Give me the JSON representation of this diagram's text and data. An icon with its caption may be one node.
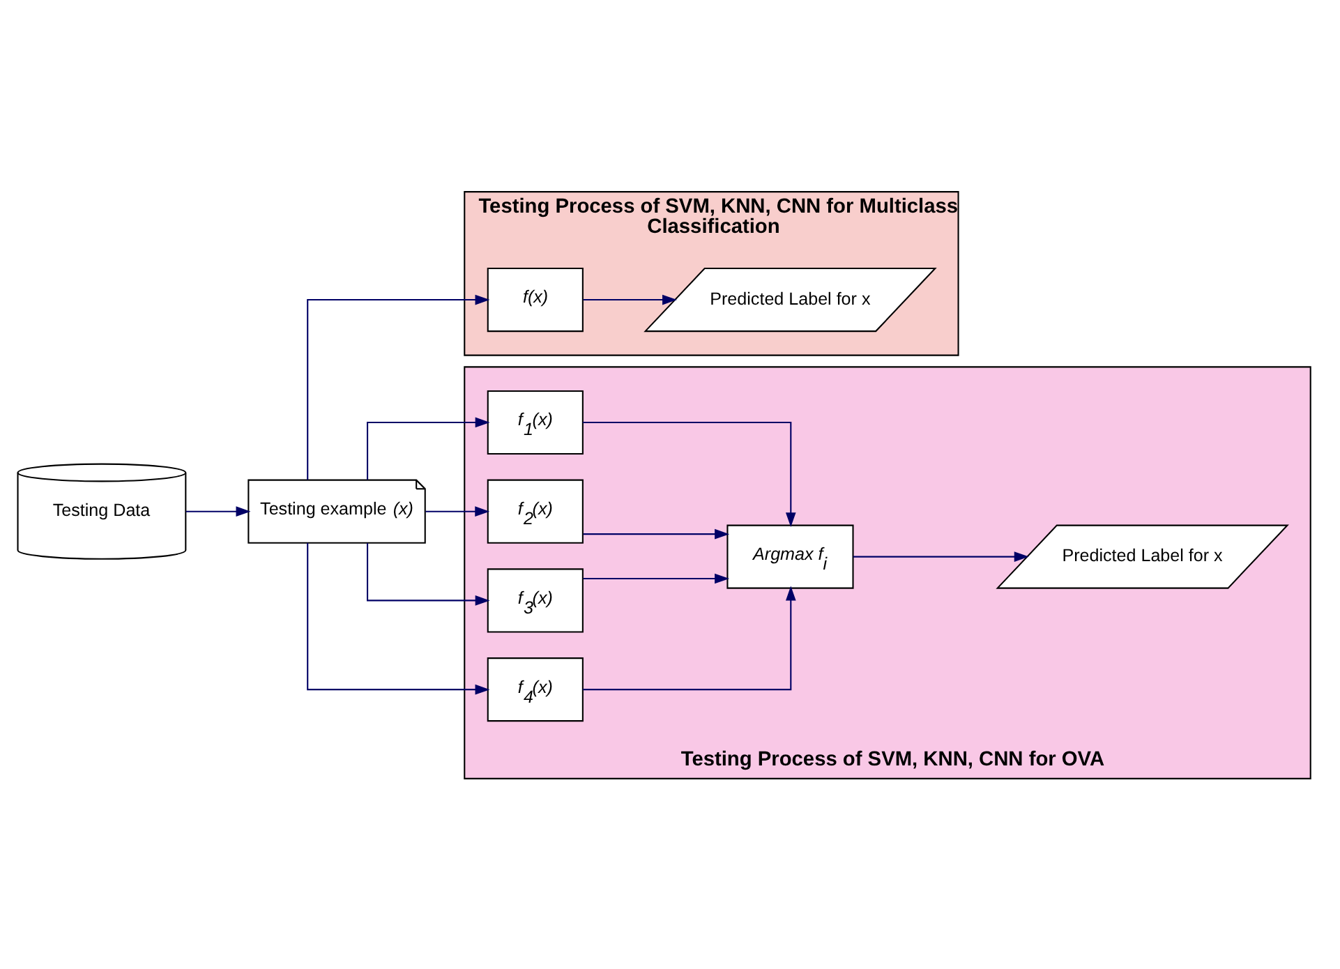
{
  "diagram": {
    "nodes": [
      {
        "text": [
          "Testing Data"
        ]
      },
      {
        "text": [
          "Testing example *(x)*"
        ]
      },
      {
        "text": [
          "Testing Process of SVM, KNN, CNN for Multiclass Classification"
        ]
      },
      {
        "text": [
          "f(x)"
        ],
        "in": 2
      },
      {
        "text": [
          "Predicted Label for x"
        ],
        "in": 2
      },
      {
        "text": [
          "Testing Process of SVM, KNN, CNN for OVA"
        ]
      },
      {
        "text": [
          "f$_{1}$(x)"
        ],
        "in": 5
      },
      {
        "text": [
          "f$_{2}$(x)"
        ],
        "in": 5
      },
      {
        "text": [
          "f$_{3}$(x)"
        ],
        "in": 5
      },
      {
        "text": [
          "f$_{4}$(x)"
        ],
        "in": 5
      },
      {
        "text": [
          "Argmax f$_{i}$"
        ],
        "in": 5
      },
      {
        "text": [
          "Predicted Label for x"
        ],
        "in": 5
      }
    ],
    "edges": [
      {
        "from": 0,
        "to": 1,
        "arrow": "to"
      },
      {
        "from": 1,
        "to": 3,
        "arrow": "to"
      },
      {
        "from": 3,
        "to": 4,
        "arrow": "to"
      },
      {
        "from": 1,
        "to": 6,
        "arrow": "to"
      },
      {
        "from": 1,
        "to": 7,
        "arrow": "to"
      },
      {
        "from": 1,
        "to": 8,
        "arrow": "to"
      },
      {
        "from": 1,
        "to": 9,
        "arrow": "to"
      },
      {
        "from": 6,
        "to": 10,
        "arrow": "to"
      },
      {
        "from": 7,
        "to": 10,
        "arrow": "to"
      },
      {
        "from": 8,
        "to": 10,
        "arrow": "to"
      },
      {
        "from": 9,
        "to": 10,
        "arrow": "to"
      },
      {
        "from": 10,
        "to": 11,
        "arrow": "to"
      }
    ]
  }
}
